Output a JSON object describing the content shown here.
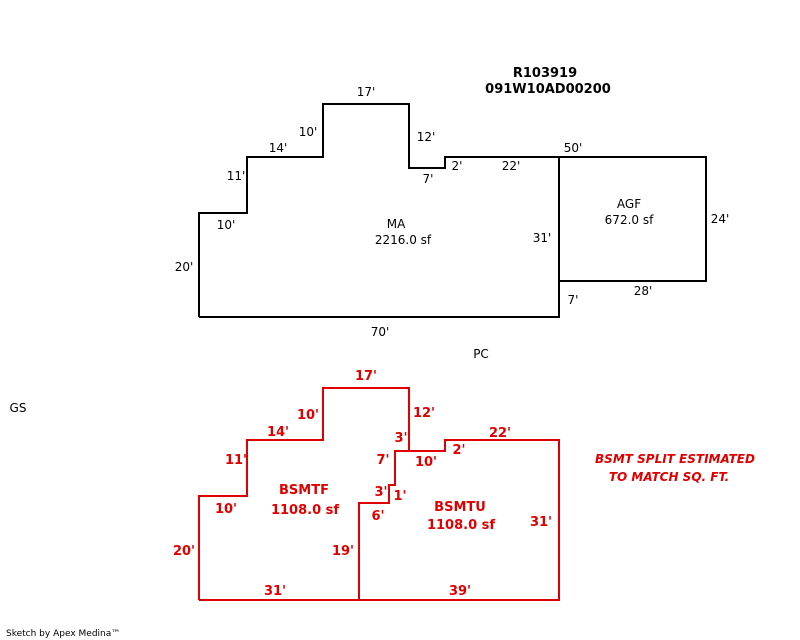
{
  "header": {
    "parcel_id": "R103919",
    "map_number": "091W10AD00200"
  },
  "colors": {
    "main_outline": "#000000",
    "basement_outline": "#e00000",
    "background": "#ffffff"
  },
  "upper_sketch": {
    "ma_label": "MA",
    "ma_area": "2216.0 sf",
    "agf_label": "AGF",
    "agf_area": "672.0 sf",
    "dimensions": {
      "top_17": "17'",
      "left_10_upper": "10'",
      "right_12": "12'",
      "step_14": "14'",
      "step_7": "7'",
      "step_2": "2'",
      "top_22": "22'",
      "top_50": "50'",
      "left_11": "11'",
      "left_10_lower": "10'",
      "left_20": "20'",
      "mid_31": "31'",
      "agf_24": "24'",
      "agf_28": "28'",
      "agf_7": "7'",
      "bottom_70": "70'"
    }
  },
  "labels": {
    "pc": "PC",
    "gs": "GS"
  },
  "basement_sketch": {
    "bsmtf_label": "BSMTF",
    "bsmtf_area": "1108.0 sf",
    "bsmtu_label": "BSMTU",
    "bsmtu_area": "1108.0 sf",
    "dimensions": {
      "top_17": "17'",
      "left_10_upper": "10'",
      "right_12": "12'",
      "step_14": "14'",
      "step_3_upper": "3'",
      "top_22": "22'",
      "left_11": "11'",
      "step_7": "7'",
      "step_10": "10'",
      "step_2": "2'",
      "step_3_lower": "3'",
      "step_1": "1'",
      "left_10_lower": "10'",
      "step_6": "6'",
      "right_31": "31'",
      "left_20": "20'",
      "mid_19": "19'",
      "bottom_31": "31'",
      "bottom_39": "39'"
    },
    "note_line1": "BSMT SPLIT ESTIMATED",
    "note_line2": "TO MATCH SQ. FT."
  },
  "footer": {
    "credit": "Sketch by Apex Medina™"
  }
}
